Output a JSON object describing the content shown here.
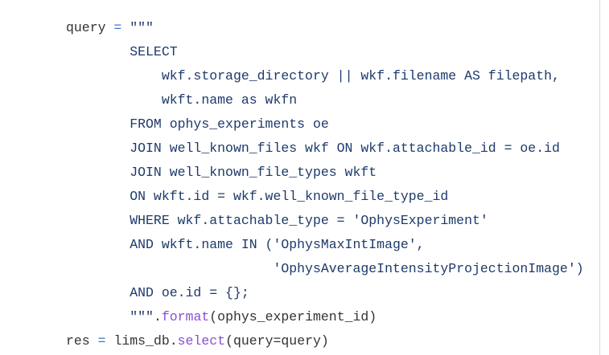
{
  "code_block": {
    "language": "python",
    "colors": {
      "string": "#1d3a6b",
      "operator": "#3b7ad0",
      "method": "#8a4fd0",
      "identifier": "#333333",
      "background": "#ffffff",
      "border": "#d4dbe3"
    },
    "lines": [
      {
        "indent": "",
        "parts": [
          {
            "t": "query",
            "k": "id"
          },
          {
            "t": " ",
            "k": "id"
          },
          {
            "t": "=",
            "k": "op"
          },
          {
            "t": " ",
            "k": "id"
          },
          {
            "t": "\"\"\"",
            "k": "str"
          }
        ]
      },
      {
        "indent": "        ",
        "parts": [
          {
            "t": "SELECT",
            "k": "str"
          }
        ]
      },
      {
        "indent": "            ",
        "parts": [
          {
            "t": "wkf.storage_directory || wkf.filename AS filepath,",
            "k": "str"
          }
        ]
      },
      {
        "indent": "            ",
        "parts": [
          {
            "t": "wkft.name as wkfn",
            "k": "str"
          }
        ]
      },
      {
        "indent": "        ",
        "parts": [
          {
            "t": "FROM ophys_experiments oe",
            "k": "str"
          }
        ]
      },
      {
        "indent": "        ",
        "parts": [
          {
            "t": "JOIN well_known_files wkf ON wkf.attachable_id = oe.id",
            "k": "str"
          }
        ]
      },
      {
        "indent": "        ",
        "parts": [
          {
            "t": "JOIN well_known_file_types wkft",
            "k": "str"
          }
        ]
      },
      {
        "indent": "        ",
        "parts": [
          {
            "t": "ON wkft.id = wkf.well_known_file_type_id",
            "k": "str"
          }
        ]
      },
      {
        "indent": "        ",
        "parts": [
          {
            "t": "WHERE wkf.attachable_type = 'OphysExperiment'",
            "k": "str"
          }
        ]
      },
      {
        "indent": "        ",
        "parts": [
          {
            "t": "AND wkft.name IN ('OphysMaxIntImage',",
            "k": "str"
          }
        ]
      },
      {
        "indent": "                          ",
        "parts": [
          {
            "t": "'OphysAverageIntensityProjectionImage')",
            "k": "str"
          }
        ]
      },
      {
        "indent": "        ",
        "parts": [
          {
            "t": "AND oe.id = {};",
            "k": "str"
          }
        ]
      },
      {
        "indent": "        ",
        "parts": [
          {
            "t": "\"\"\"",
            "k": "str"
          },
          {
            "t": ".",
            "k": "id"
          },
          {
            "t": "format",
            "k": "fn"
          },
          {
            "t": "(ophys_experiment_id)",
            "k": "id"
          }
        ]
      },
      {
        "indent": "",
        "parts": [
          {
            "t": "res",
            "k": "id"
          },
          {
            "t": " ",
            "k": "id"
          },
          {
            "t": "=",
            "k": "op"
          },
          {
            "t": " ",
            "k": "id"
          },
          {
            "t": "lims_db.",
            "k": "id"
          },
          {
            "t": "select",
            "k": "fn"
          },
          {
            "t": "(query=query)",
            "k": "id"
          }
        ]
      }
    ]
  }
}
